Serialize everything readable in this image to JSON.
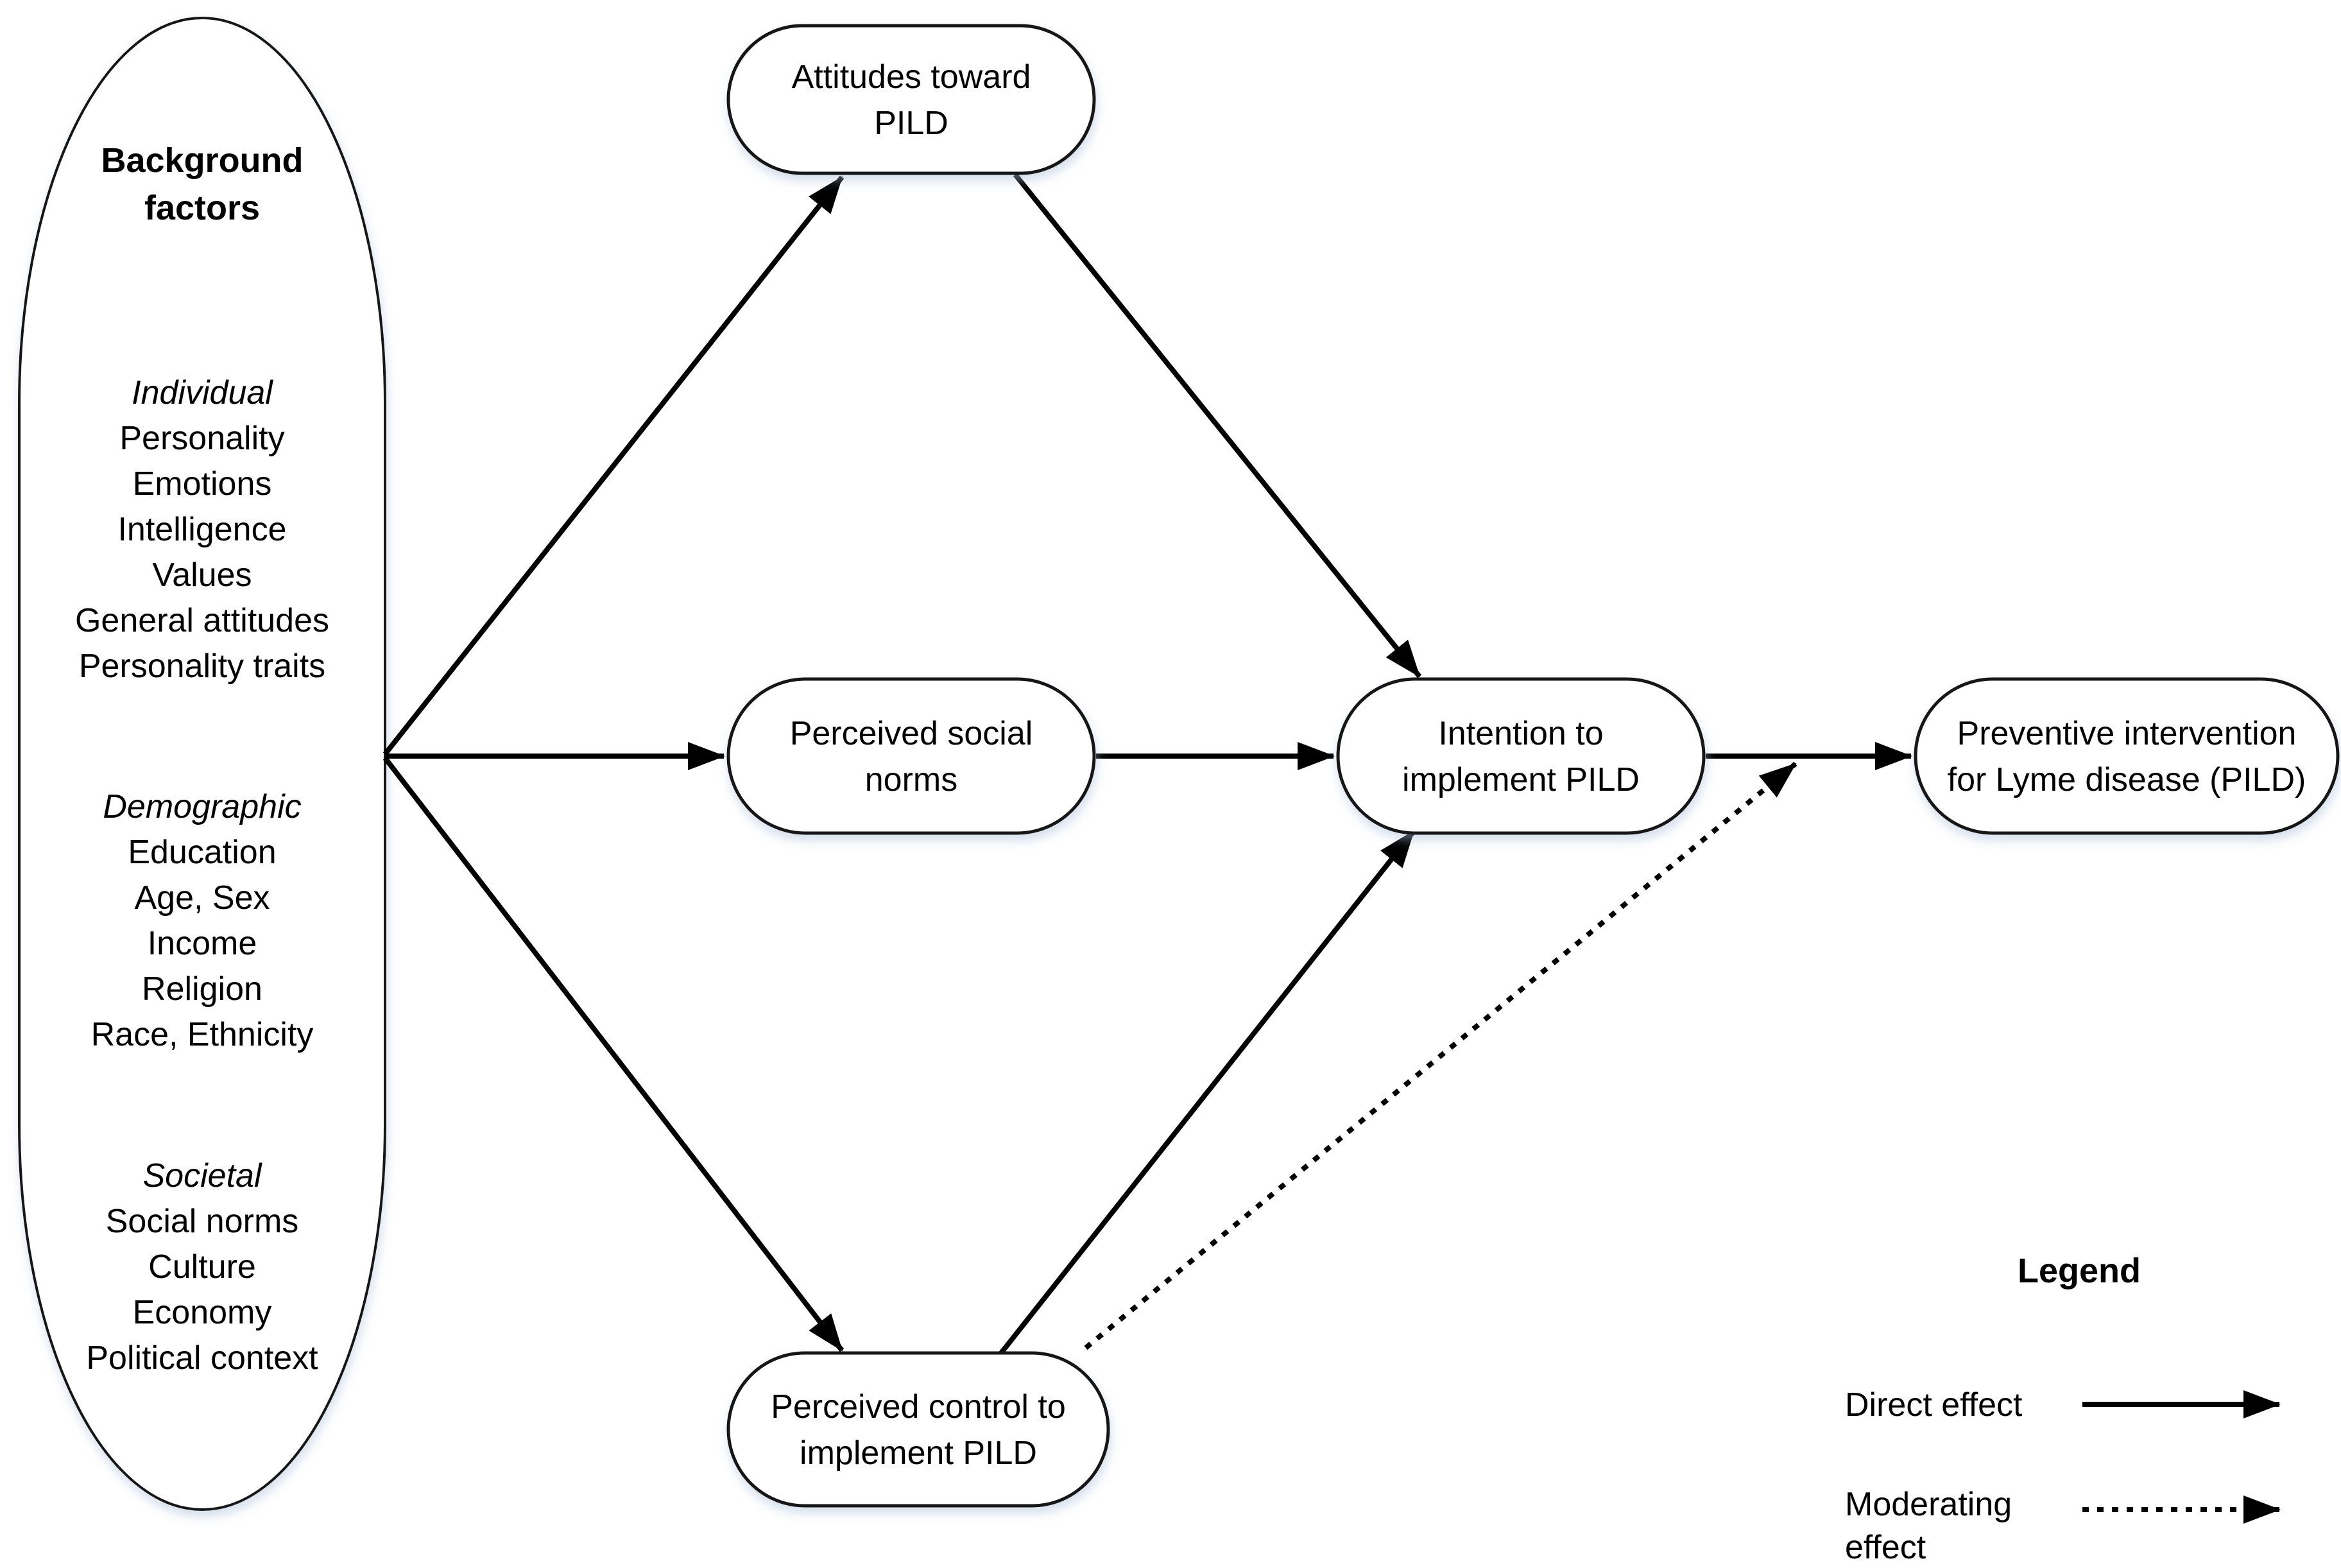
{
  "diagram": {
    "colors": {
      "background": "#ffffff",
      "line": "#000000",
      "node_fill": "#ffffff",
      "text": "#000000"
    },
    "background_factors": {
      "title_line1": "Background",
      "title_line2": "factors",
      "groups": [
        {
          "header": "Individual",
          "items": [
            "Personality",
            "Emotions",
            "Intelligence",
            "Values",
            "General attitudes",
            "Personality traits"
          ]
        },
        {
          "header": "Demographic",
          "items": [
            "Education",
            "Age, Sex",
            "Income",
            "Religion",
            "Race, Ethnicity"
          ]
        },
        {
          "header": "Societal",
          "items": [
            "Social norms",
            "Culture",
            "Economy",
            "Political context"
          ]
        }
      ]
    },
    "nodes": {
      "attitudes": {
        "line1": "Attitudes toward",
        "line2": "PILD"
      },
      "social_norms": {
        "line1": "Perceived social",
        "line2": "norms"
      },
      "control": {
        "line1": "Perceived control to",
        "line2": "implement PILD"
      },
      "intention": {
        "line1": "Intention to",
        "line2": "implement PILD"
      },
      "pild": {
        "line1": "Preventive intervention",
        "line2": "for Lyme disease (PILD)"
      }
    },
    "edges": [
      {
        "from": "background-factors",
        "to": "attitudes-toward-pild",
        "type": "direct"
      },
      {
        "from": "background-factors",
        "to": "perceived-social-norms",
        "type": "direct"
      },
      {
        "from": "background-factors",
        "to": "perceived-control",
        "type": "direct"
      },
      {
        "from": "attitudes-toward-pild",
        "to": "intention-to-implement-pild",
        "type": "direct"
      },
      {
        "from": "perceived-social-norms",
        "to": "intention-to-implement-pild",
        "type": "direct"
      },
      {
        "from": "perceived-control",
        "to": "intention-to-implement-pild",
        "type": "direct"
      },
      {
        "from": "intention-to-implement-pild",
        "to": "preventive-intervention-pild",
        "type": "direct"
      },
      {
        "from": "perceived-control",
        "to": "intention-pild-arrow",
        "type": "moderating"
      }
    ],
    "legend": {
      "title": "Legend",
      "items": [
        {
          "label": "Direct effect",
          "style": "solid"
        },
        {
          "label_line1": "Moderating",
          "label_line2": "effect",
          "style": "dotted"
        }
      ]
    }
  }
}
